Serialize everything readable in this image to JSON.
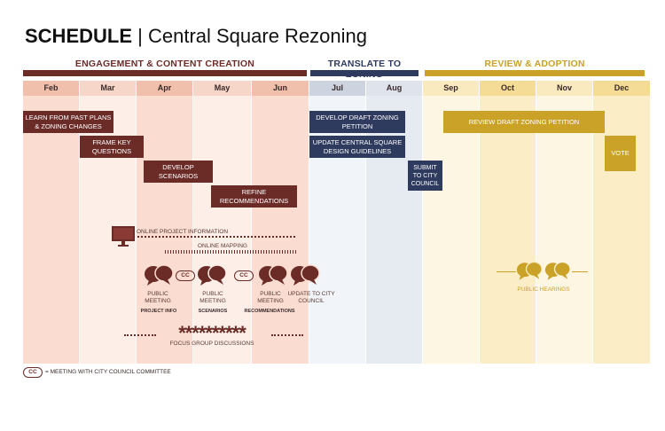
{
  "title": {
    "bold": "SCHEDULE",
    "rest": "| Central Square Rezoning"
  },
  "colors": {
    "engagement": "#6b2c28",
    "zoning": "#2e3a5e",
    "review": "#c9a227",
    "engagement_bg": "#f8d6c8",
    "zoning_bg": "#e9eef5",
    "review_bg": "#fbecc4"
  },
  "phases": [
    {
      "label": "ENGAGEMENT & CONTENT CREATION"
    },
    {
      "label": "TRANSLATE TO ZONING"
    },
    {
      "label": "REVIEW & ADOPTION"
    }
  ],
  "months": [
    "Feb",
    "Mar",
    "Apr",
    "May",
    "Jun",
    "Jul",
    "Aug",
    "Sep",
    "Oct",
    "Nov",
    "Dec"
  ],
  "tasks": [
    {
      "label": "LEARN FROM PAST PLANS & ZONING CHANGES"
    },
    {
      "label": "FRAME KEY QUESTIONS"
    },
    {
      "label": "DEVELOP SCENARIOS"
    },
    {
      "label": "REFINE RECOMMENDATIONS"
    },
    {
      "label": "DEVELOP DRAFT ZONING PETITION"
    },
    {
      "label": "UPDATE CENTRAL SQUARE DESIGN GUIDELINES"
    },
    {
      "label": "SUBMIT TO CITY COUNCIL"
    },
    {
      "label": "REVIEW DRAFT ZONING PETITION"
    },
    {
      "label": "VOTE"
    }
  ],
  "online": {
    "project_info": "ONLINE PROJECT INFORMATION",
    "mapping": "ONLINE MAPPING"
  },
  "meetings": [
    {
      "label": "PUBLIC MEETING",
      "sub": "PROJECT INFO"
    },
    {
      "label": "PUBLIC MEETING",
      "sub": "SCENARIOS"
    },
    {
      "label": "PUBLIC MEETING",
      "sub": "RECOMMENDATIONS"
    },
    {
      "label": "UPDATE TO CITY COUNCIL",
      "sub": ""
    }
  ],
  "cc_label": "CC",
  "focus_groups": {
    "label": "FOCUS GROUP DISCUSSIONS",
    "stars": "**********"
  },
  "public_hearings": "PUBLIC HEARINGS",
  "legend": {
    "cc": "CC",
    "text": "= MEETING WITH CITY COUNCIL COMMITTEE"
  }
}
